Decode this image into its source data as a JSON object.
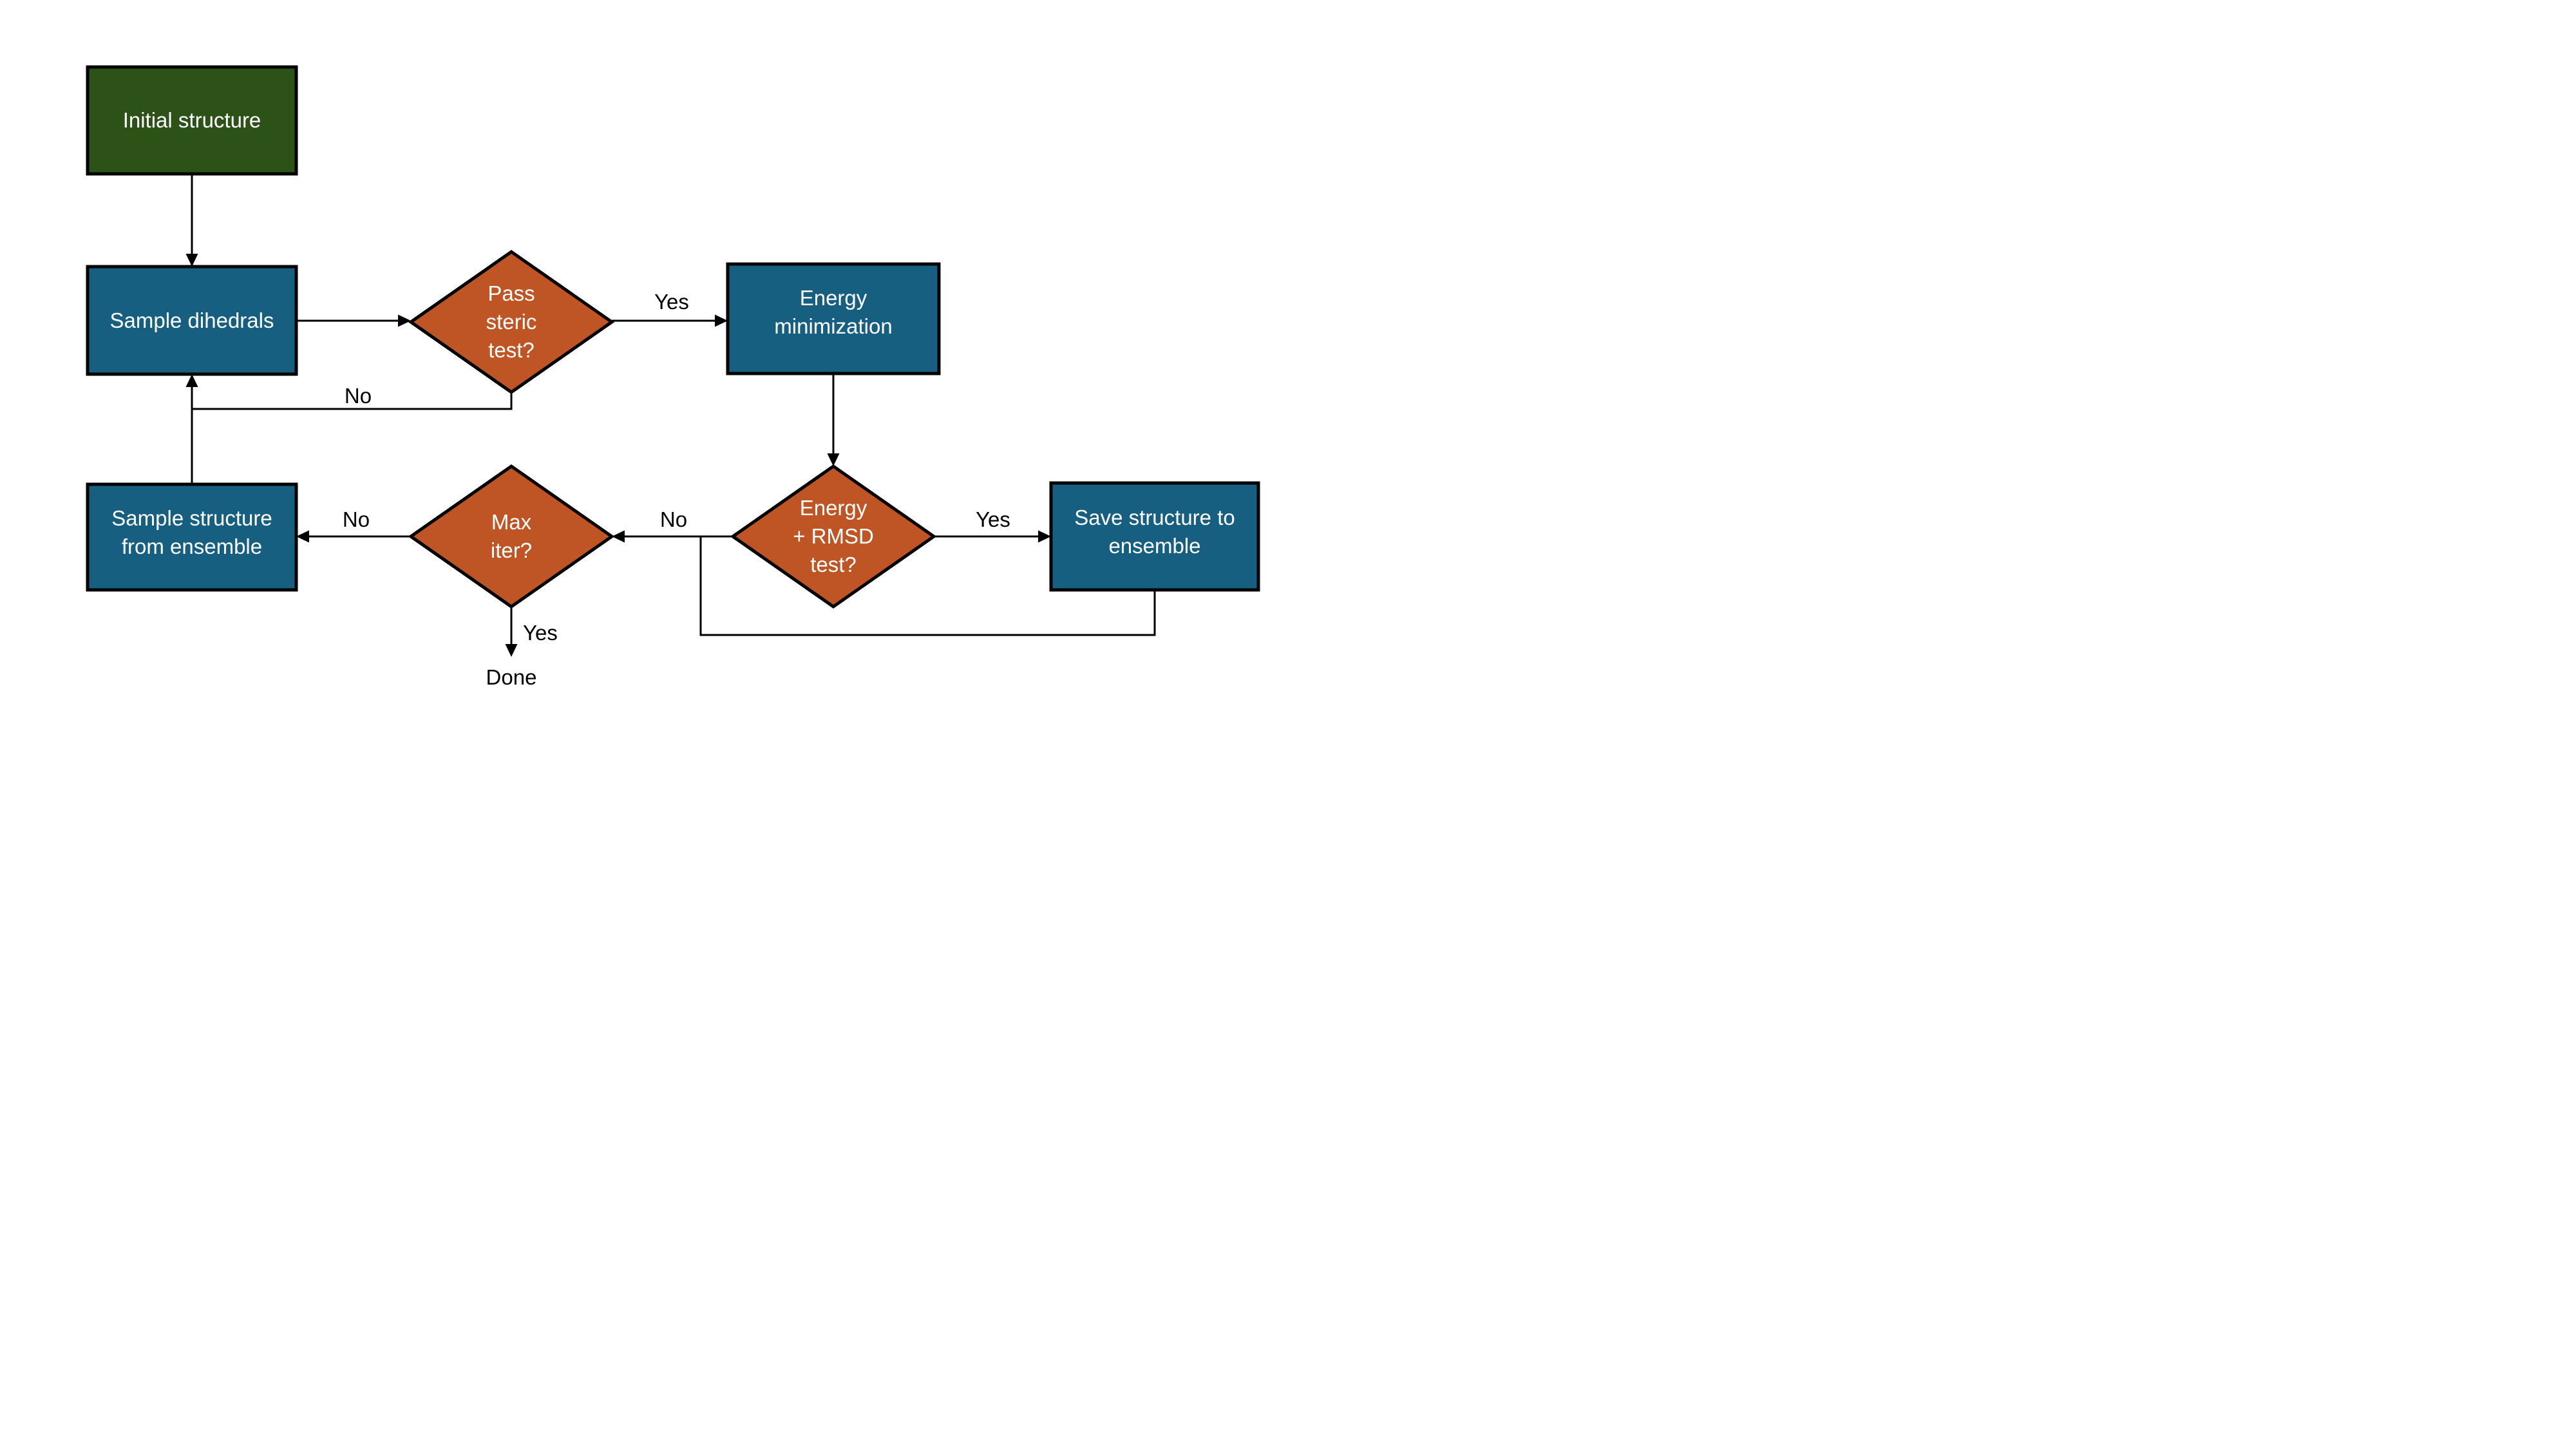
{
  "colors": {
    "start_node": "#2D5218",
    "process_node": "#165F80",
    "decision_node": "#BF5524",
    "line": "#000000",
    "node_text": "#ffffff",
    "label_text": "#000000"
  },
  "nodes": {
    "initial_structure": {
      "type": "start",
      "label": "Initial structure",
      "lines": [
        "Initial structure"
      ]
    },
    "sample_dihedrals": {
      "type": "process",
      "label": "Sample dihedrals",
      "lines": [
        "Sample dihedrals"
      ]
    },
    "pass_steric_test": {
      "type": "decision",
      "label": "Pass steric test?",
      "lines": [
        "Pass",
        "steric",
        "test?"
      ]
    },
    "energy_minimization": {
      "type": "process",
      "label": "Energy minimization",
      "lines": [
        "Energy",
        "minimization"
      ]
    },
    "energy_rmsd_test": {
      "type": "decision",
      "label": "Energy + RMSD test?",
      "lines": [
        "Energy",
        "+ RMSD",
        "test?"
      ]
    },
    "save_structure": {
      "type": "process",
      "label": "Save structure to ensemble",
      "lines": [
        "Save structure to",
        "ensemble"
      ]
    },
    "max_iter": {
      "type": "decision",
      "label": "Max iter?",
      "lines": [
        "Max",
        "iter?"
      ]
    },
    "sample_structure": {
      "type": "process",
      "label": "Sample structure from ensemble",
      "lines": [
        "Sample structure",
        "from ensemble"
      ]
    },
    "done": {
      "type": "terminal",
      "label": "Done"
    }
  },
  "edge_labels": {
    "steric_yes": "Yes",
    "steric_no": "No",
    "rmsd_yes": "Yes",
    "rmsd_no": "No",
    "max_iter_no": "No",
    "max_iter_yes": "Yes"
  }
}
